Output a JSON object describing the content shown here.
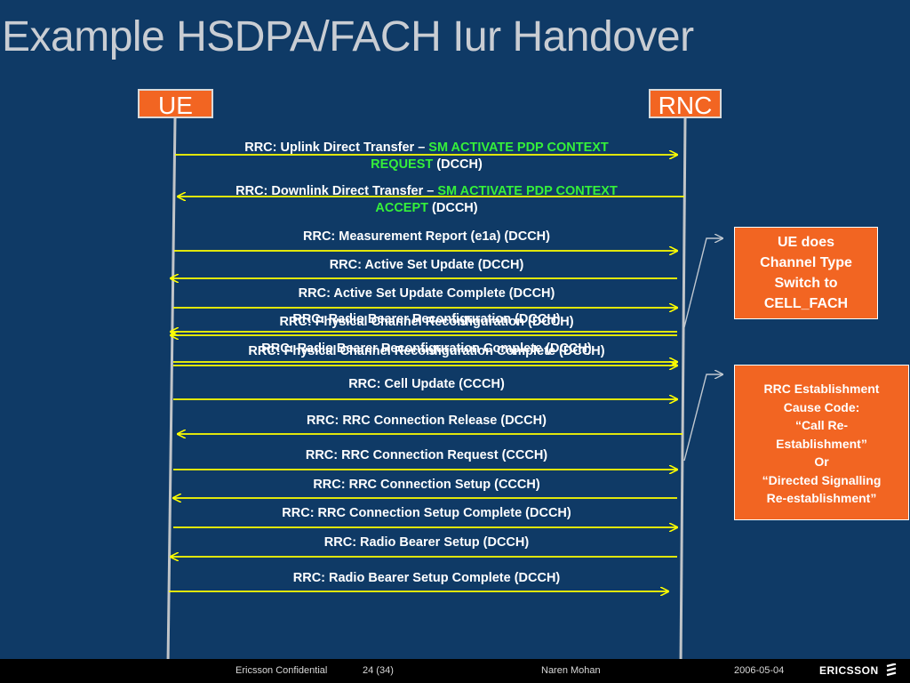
{
  "title": "Example HSDPA/FACH Iur Handover",
  "entities": {
    "ue": "UE",
    "rnc": "RNC"
  },
  "messages": {
    "m1": {
      "line1_prefix": "RRC:  Uplink Direct Transfer – ",
      "line1_green": "SM ACTIVATE PDP CONTEXT",
      "line2_green": "REQUEST",
      "line2_suffix": " (DCCH)"
    },
    "m2": {
      "line1_prefix": "RRC:  Downlink Direct Transfer – ",
      "line1_green": "SM ACTIVATE PDP CONTEXT",
      "line2_green": "ACCEPT",
      "line2_suffix": " (DCCH)"
    },
    "m3": "RRC:  Measurement Report (e1a) (DCCH)",
    "m4": "RRC:  Active Set Update (DCCH)",
    "m5": "RRC:  Active Set Update Complete (DCCH)",
    "m6a": "RRC:  Radio Bearer Reconfiguration (DCCH)",
    "m6b": "RRC:  Physical Channel Reconfiguration (DCCH)",
    "m7a": "RRC:  Radio Bearer Reconfiguration Complete (DCCH)",
    "m7b": "RRC:  Physical Channel Reconfiguration Complete (DCCH)",
    "m8": "RRC:  Cell Update (CCCH)",
    "m9": "RRC:  RRC Connection Release (DCCH)",
    "m10": "RRC:  RRC Connection Request (CCCH)",
    "m11": "RRC:  RRC Connection Setup (CCCH)",
    "m12": "RRC:  RRC Connection Setup Complete (DCCH)",
    "m13": "RRC:  Radio Bearer Setup (DCCH)",
    "m14": "RRC:  Radio Bearer Setup Complete (DCCH)"
  },
  "notes": {
    "ue_switch": [
      "UE does",
      "Channel Type",
      "Switch to",
      "CELL_FACH"
    ],
    "cause": [
      "RRC Establishment",
      "Cause Code:",
      "“Call Re-",
      "Establishment”",
      "Or",
      "“Directed Signalling",
      "Re-establishment”"
    ]
  },
  "footer": {
    "confidential": "Ericsson Confidential",
    "page": "24 (34)",
    "author": "Naren Mohan",
    "date": "2006-05-04",
    "logo": "ERICSSON"
  },
  "colors": {
    "background": "#0f3a66",
    "arrow": "#ffff00",
    "highlight": "#35f03a",
    "box": "#f26522"
  }
}
